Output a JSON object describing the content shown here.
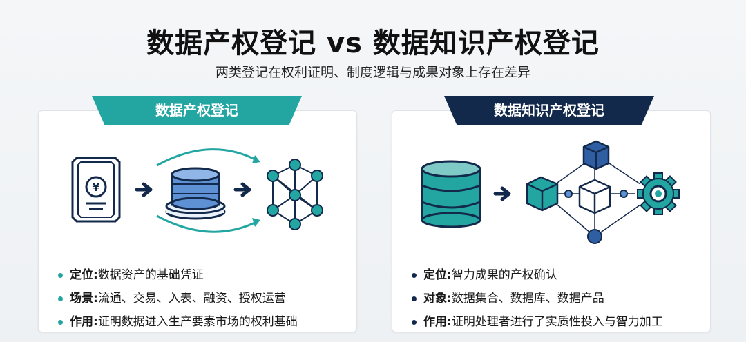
{
  "header": {
    "title": "数据产权登记 vs 数据知识产权登记",
    "subtitle": "两类登记在权利证明、制度逻辑与成果对象上存在差异"
  },
  "left": {
    "tab": "数据产权登记",
    "accent": "#23a6a2",
    "icons": [
      "certificate-icon",
      "arrow-right-icon",
      "database-stack-icon",
      "arrow-right-icon",
      "network-graph-icon"
    ],
    "bullets": [
      {
        "label": "定位:",
        "text": "数据资产的基础凭证"
      },
      {
        "label": "场景:",
        "text": "流通、交易、入表、融资、授权运营"
      },
      {
        "label": "作用:",
        "text": "证明数据进入生产要素市场的权利基础"
      }
    ]
  },
  "right": {
    "tab": "数据知识产权登记",
    "accent": "#13294b",
    "icons": [
      "database-icon",
      "arrow-right-icon",
      "cube-icon",
      "cube-network-icon",
      "gear-icon"
    ],
    "bullets": [
      {
        "label": "定位:",
        "text": "智力成果的产权确认"
      },
      {
        "label": "对象:",
        "text": "数据集合、数据库、数据产品"
      },
      {
        "label": "作用:",
        "text": "证明处理者进行了实质性投入与智力加工"
      }
    ]
  }
}
